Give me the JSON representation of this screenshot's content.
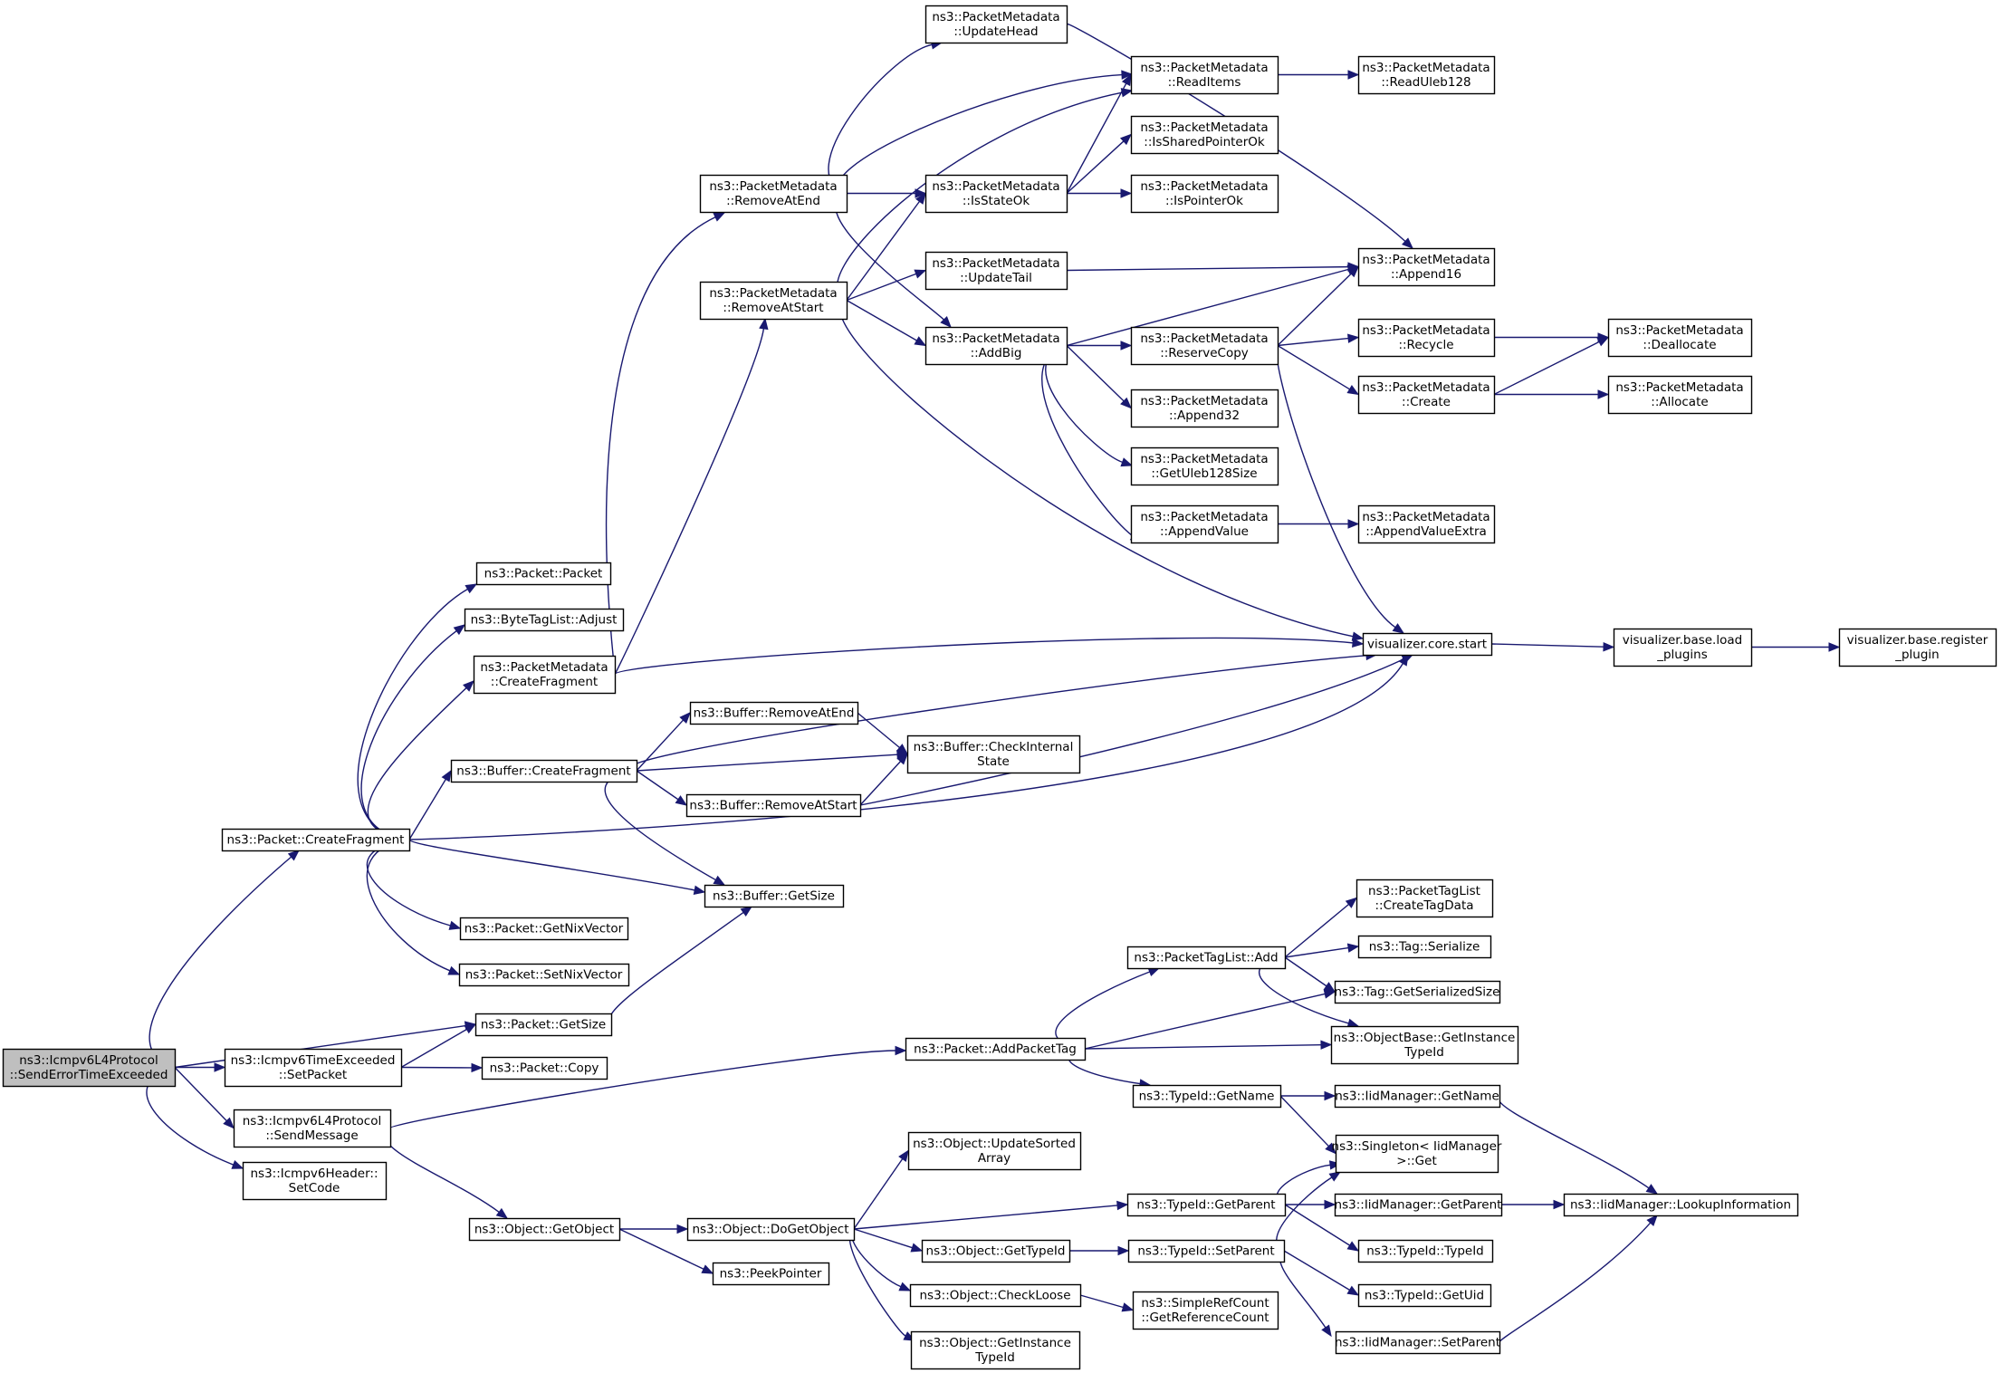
{
  "nodes": [
    {
      "id": "n0",
      "lines": [
        "ns3::Icmpv6L4Protocol",
        "::SendErrorTimeExceeded"
      ],
      "highlight": true
    },
    {
      "id": "n1",
      "lines": [
        "ns3::Packet::CreateFragment"
      ]
    },
    {
      "id": "n2",
      "lines": [
        "ns3::Packet::GetSize"
      ]
    },
    {
      "id": "n3",
      "lines": [
        "ns3::Icmpv6TimeExceeded",
        "::SetPacket"
      ]
    },
    {
      "id": "n4",
      "lines": [
        "ns3::Icmpv6L4Protocol",
        "::SendMessage"
      ]
    },
    {
      "id": "n5",
      "lines": [
        "ns3::Icmpv6Header::",
        "SetCode"
      ]
    },
    {
      "id": "n6",
      "lines": [
        "ns3::Packet::Packet"
      ]
    },
    {
      "id": "n7",
      "lines": [
        "ns3::ByteTagList::Adjust"
      ]
    },
    {
      "id": "n8",
      "lines": [
        "ns3::PacketMetadata",
        "::CreateFragment"
      ]
    },
    {
      "id": "n9",
      "lines": [
        "ns3::Buffer::CreateFragment"
      ]
    },
    {
      "id": "n10",
      "lines": [
        "ns3::Buffer::GetSize"
      ]
    },
    {
      "id": "n11",
      "lines": [
        "ns3::Packet::GetNixVector"
      ]
    },
    {
      "id": "n12",
      "lines": [
        "ns3::Packet::SetNixVector"
      ]
    },
    {
      "id": "n13",
      "lines": [
        "ns3::Packet::Copy"
      ]
    },
    {
      "id": "n14",
      "lines": [
        "ns3::Packet::AddPacketTag"
      ]
    },
    {
      "id": "n15",
      "lines": [
        "ns3::Object::GetObject"
      ]
    },
    {
      "id": "n16",
      "lines": [
        "ns3::PacketMetadata",
        "::RemoveAtEnd"
      ]
    },
    {
      "id": "n17",
      "lines": [
        "ns3::PacketMetadata",
        "::RemoveAtStart"
      ]
    },
    {
      "id": "n18",
      "lines": [
        "visualizer.core.start"
      ]
    },
    {
      "id": "n19",
      "lines": [
        "ns3::Buffer::RemoveAtEnd"
      ]
    },
    {
      "id": "n20",
      "lines": [
        "ns3::Buffer::CheckInternal",
        "State"
      ]
    },
    {
      "id": "n21",
      "lines": [
        "ns3::Buffer::RemoveAtStart"
      ]
    },
    {
      "id": "n22",
      "lines": [
        "ns3::PacketMetadata",
        "::UpdateHead"
      ]
    },
    {
      "id": "n23",
      "lines": [
        "ns3::PacketMetadata",
        "::ReadItems"
      ]
    },
    {
      "id": "n24",
      "lines": [
        "ns3::PacketMetadata",
        "::IsStateOk"
      ]
    },
    {
      "id": "n25",
      "lines": [
        "ns3::PacketMetadata",
        "::AddBig"
      ]
    },
    {
      "id": "n26",
      "lines": [
        "ns3::PacketMetadata",
        "::UpdateTail"
      ]
    },
    {
      "id": "n27",
      "lines": [
        "ns3::PacketMetadata",
        "::ReadUleb128"
      ]
    },
    {
      "id": "n28",
      "lines": [
        "ns3::PacketMetadata",
        "::IsSharedPointerOk"
      ]
    },
    {
      "id": "n29",
      "lines": [
        "ns3::PacketMetadata",
        "::IsPointerOk"
      ]
    },
    {
      "id": "n30",
      "lines": [
        "ns3::PacketMetadata",
        "::Append16"
      ]
    },
    {
      "id": "n31",
      "lines": [
        "ns3::PacketMetadata",
        "::ReserveCopy"
      ]
    },
    {
      "id": "n32",
      "lines": [
        "ns3::PacketMetadata",
        "::Append32"
      ]
    },
    {
      "id": "n33",
      "lines": [
        "ns3::PacketMetadata",
        "::GetUleb128Size"
      ]
    },
    {
      "id": "n34",
      "lines": [
        "ns3::PacketMetadata",
        "::AppendValue"
      ]
    },
    {
      "id": "n35",
      "lines": [
        "ns3::PacketMetadata",
        "::Recycle"
      ]
    },
    {
      "id": "n36",
      "lines": [
        "ns3::PacketMetadata",
        "::Create"
      ]
    },
    {
      "id": "n37",
      "lines": [
        "ns3::PacketMetadata",
        "::AppendValueExtra"
      ]
    },
    {
      "id": "n38",
      "lines": [
        "ns3::PacketMetadata",
        "::Deallocate"
      ]
    },
    {
      "id": "n39",
      "lines": [
        "ns3::PacketMetadata",
        "::Allocate"
      ]
    },
    {
      "id": "n40",
      "lines": [
        "visualizer.base.load",
        "_plugins"
      ]
    },
    {
      "id": "n41",
      "lines": [
        "visualizer.base.register",
        "_plugin"
      ]
    },
    {
      "id": "n42",
      "lines": [
        "ns3::PacketTagList::Add"
      ]
    },
    {
      "id": "n43",
      "lines": [
        "ns3::Tag::GetSerializedSize"
      ]
    },
    {
      "id": "n44",
      "lines": [
        "ns3::ObjectBase::GetInstance",
        "TypeId"
      ]
    },
    {
      "id": "n45",
      "lines": [
        "ns3::TypeId::GetName"
      ]
    },
    {
      "id": "n46",
      "lines": [
        "ns3::PacketTagList",
        "::CreateTagData"
      ]
    },
    {
      "id": "n47",
      "lines": [
        "ns3::Tag::Serialize"
      ]
    },
    {
      "id": "n48",
      "lines": [
        "ns3::IidManager::GetName"
      ]
    },
    {
      "id": "n49",
      "lines": [
        "ns3::Singleton< IidManager",
        " >::Get"
      ]
    },
    {
      "id": "n50",
      "lines": [
        "ns3::IidManager::LookupInformation"
      ]
    },
    {
      "id": "n51",
      "lines": [
        "ns3::Object::DoGetObject"
      ]
    },
    {
      "id": "n52",
      "lines": [
        "ns3::PeekPointer"
      ]
    },
    {
      "id": "n53",
      "lines": [
        "ns3::Object::UpdateSorted",
        "Array"
      ]
    },
    {
      "id": "n54",
      "lines": [
        "ns3::TypeId::GetParent"
      ]
    },
    {
      "id": "n55",
      "lines": [
        "ns3::Object::GetTypeId"
      ]
    },
    {
      "id": "n56",
      "lines": [
        "ns3::Object::CheckLoose"
      ]
    },
    {
      "id": "n57",
      "lines": [
        "ns3::Object::GetInstance",
        "TypeId"
      ]
    },
    {
      "id": "n58",
      "lines": [
        "ns3::IidManager::GetParent"
      ]
    },
    {
      "id": "n59",
      "lines": [
        "ns3::TypeId::TypeId"
      ]
    },
    {
      "id": "n60",
      "lines": [
        "ns3::TypeId::SetParent"
      ]
    },
    {
      "id": "n61",
      "lines": [
        "ns3::SimpleRefCount",
        "::GetReferenceCount"
      ]
    },
    {
      "id": "n62",
      "lines": [
        "ns3::TypeId::GetUid"
      ]
    },
    {
      "id": "n63",
      "lines": [
        "ns3::IidManager::SetParent"
      ]
    }
  ],
  "edges": [
    [
      "n0",
      "n1"
    ],
    [
      "n0",
      "n2"
    ],
    [
      "n0",
      "n3"
    ],
    [
      "n0",
      "n4"
    ],
    [
      "n0",
      "n5"
    ],
    [
      "n1",
      "n6"
    ],
    [
      "n1",
      "n7"
    ],
    [
      "n1",
      "n8"
    ],
    [
      "n1",
      "n9"
    ],
    [
      "n1",
      "n10"
    ],
    [
      "n1",
      "n11"
    ],
    [
      "n1",
      "n12"
    ],
    [
      "n1",
      "n18"
    ],
    [
      "n3",
      "n2"
    ],
    [
      "n3",
      "n13"
    ],
    [
      "n2",
      "n10"
    ],
    [
      "n4",
      "n14"
    ],
    [
      "n4",
      "n15"
    ],
    [
      "n8",
      "n16"
    ],
    [
      "n8",
      "n17"
    ],
    [
      "n8",
      "n18"
    ],
    [
      "n9",
      "n19"
    ],
    [
      "n9",
      "n20"
    ],
    [
      "n9",
      "n21"
    ],
    [
      "n9",
      "n10"
    ],
    [
      "n9",
      "n18"
    ],
    [
      "n19",
      "n20"
    ],
    [
      "n21",
      "n20"
    ],
    [
      "n21",
      "n18"
    ],
    [
      "n16",
      "n22"
    ],
    [
      "n16",
      "n23"
    ],
    [
      "n16",
      "n24"
    ],
    [
      "n16",
      "n25"
    ],
    [
      "n17",
      "n23"
    ],
    [
      "n17",
      "n24"
    ],
    [
      "n17",
      "n26"
    ],
    [
      "n17",
      "n25"
    ],
    [
      "n17",
      "n18"
    ],
    [
      "n22",
      "n30"
    ],
    [
      "n23",
      "n27"
    ],
    [
      "n24",
      "n23"
    ],
    [
      "n24",
      "n28"
    ],
    [
      "n24",
      "n29"
    ],
    [
      "n26",
      "n30"
    ],
    [
      "n25",
      "n30"
    ],
    [
      "n25",
      "n31"
    ],
    [
      "n25",
      "n32"
    ],
    [
      "n25",
      "n33"
    ],
    [
      "n25",
      "n34"
    ],
    [
      "n31",
      "n30"
    ],
    [
      "n31",
      "n35"
    ],
    [
      "n31",
      "n36"
    ],
    [
      "n31",
      "n18"
    ],
    [
      "n34",
      "n37"
    ],
    [
      "n35",
      "n38"
    ],
    [
      "n36",
      "n38"
    ],
    [
      "n36",
      "n39"
    ],
    [
      "n18",
      "n40"
    ],
    [
      "n40",
      "n41"
    ],
    [
      "n14",
      "n42"
    ],
    [
      "n14",
      "n43"
    ],
    [
      "n14",
      "n44"
    ],
    [
      "n14",
      "n45"
    ],
    [
      "n42",
      "n46"
    ],
    [
      "n42",
      "n47"
    ],
    [
      "n42",
      "n43"
    ],
    [
      "n42",
      "n44"
    ],
    [
      "n45",
      "n48"
    ],
    [
      "n45",
      "n49"
    ],
    [
      "n48",
      "n50"
    ],
    [
      "n15",
      "n51"
    ],
    [
      "n15",
      "n52"
    ],
    [
      "n51",
      "n53"
    ],
    [
      "n51",
      "n54"
    ],
    [
      "n51",
      "n55"
    ],
    [
      "n51",
      "n56"
    ],
    [
      "n51",
      "n57"
    ],
    [
      "n54",
      "n49"
    ],
    [
      "n54",
      "n58"
    ],
    [
      "n54",
      "n59"
    ],
    [
      "n58",
      "n50"
    ],
    [
      "n55",
      "n60"
    ],
    [
      "n60",
      "n49"
    ],
    [
      "n60",
      "n62"
    ],
    [
      "n60",
      "n63"
    ],
    [
      "n56",
      "n61"
    ],
    [
      "n63",
      "n50"
    ]
  ]
}
